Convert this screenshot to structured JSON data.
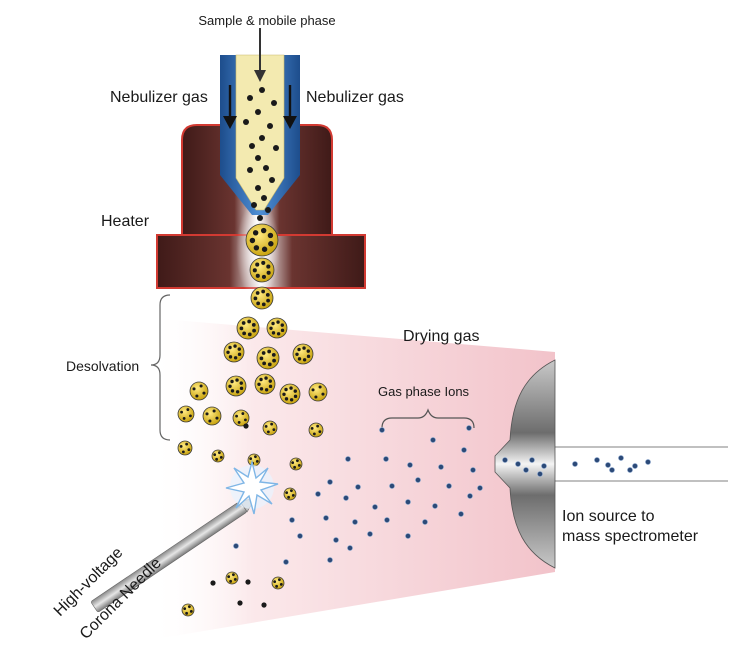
{
  "labels": {
    "sample": "Sample & mobile phase",
    "nebulizer_left": "Nebulizer gas",
    "nebulizer_right": "Nebulizer gas",
    "heater": "Heater",
    "desolvation": "Desolvation",
    "drying_gas": "Drying gas",
    "gas_phase_ions": "Gas phase Ions",
    "ion_source_line1": "Ion source to",
    "ion_source_line2": "mass spectrometer",
    "high_voltage": "High-voltage",
    "corona_needle": "Corona Needle"
  },
  "colors": {
    "heater_dark": "#4e2320",
    "heater_outline": "#d23a32",
    "drying_gas_text": "#7a2430",
    "nebulizer_tube": "#2f6fb8",
    "sample_channel": "#f3eab0",
    "droplet_yellow": "#e8c21e",
    "ion_blue": "#2c4a78",
    "chamber_pink": "#f2c9cf"
  }
}
